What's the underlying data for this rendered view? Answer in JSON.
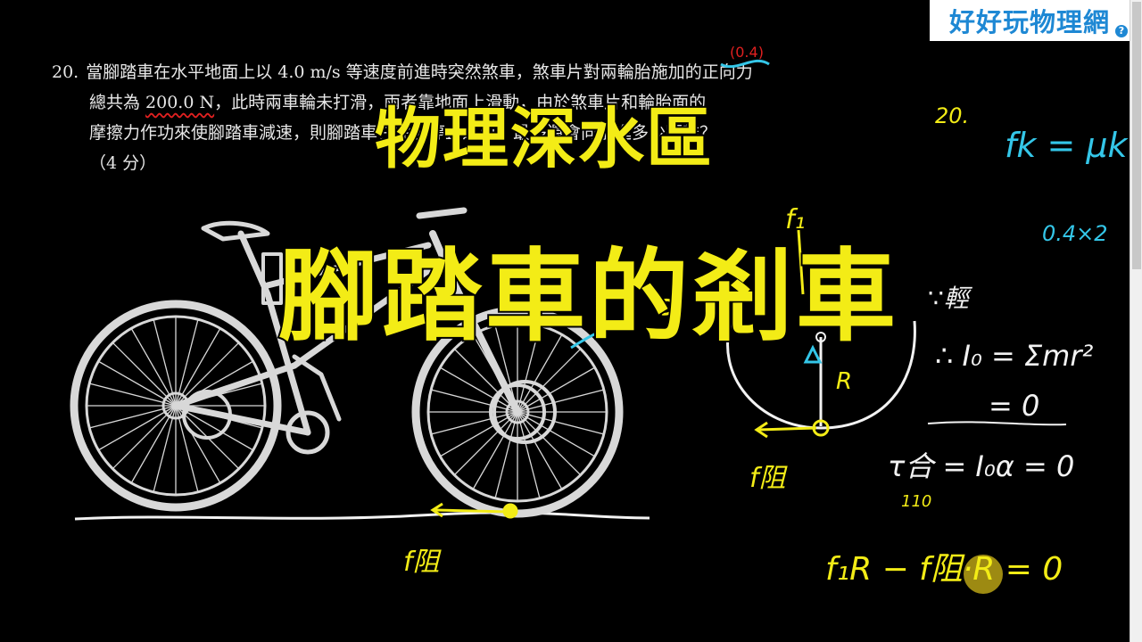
{
  "question": {
    "number": "20.",
    "line1": "當腳踏車在水平地面上以 4.0 m/s 等速度前進時突然煞車，煞車片對兩輪胎施加的正向力",
    "line2_pre": "總共為 ",
    "line2_force": "200.0 N",
    "line2_post": "，此時兩車輪未打滑，兩者靠地面上滑動，由於煞車片和輪胎面的",
    "line3": "摩擦力作功來使腳踏車減速，則腳踏車在完全停止之前，最多還會向前進多少距離？",
    "line4": "（4 分）"
  },
  "logo": {
    "text": "好好玩物理網",
    "help": "?"
  },
  "titles": {
    "main": "物理深水區",
    "sub": "腳踏車的剎車"
  },
  "notes": {
    "annot_top": "(0.4)",
    "f1": "f₁",
    "f_resist_diagram": "f阻",
    "f_resist_ground": "f阻",
    "R": "R",
    "num20": "20.",
    "fk": "fk = μk N",
    "calc": "0.4×2",
    "light": "∵輕",
    "inertia": "∴ I₀ = Σmr²",
    "eq_zero": "= 0",
    "torque": "τ合 = I₀α = 0",
    "torque_sub": "110",
    "final_eq": "f₁R − f阻·R = 0"
  },
  "colors": {
    "handwriting": "#f3ec16",
    "accent": "#34c6e8",
    "logo": "#1e88d4"
  }
}
